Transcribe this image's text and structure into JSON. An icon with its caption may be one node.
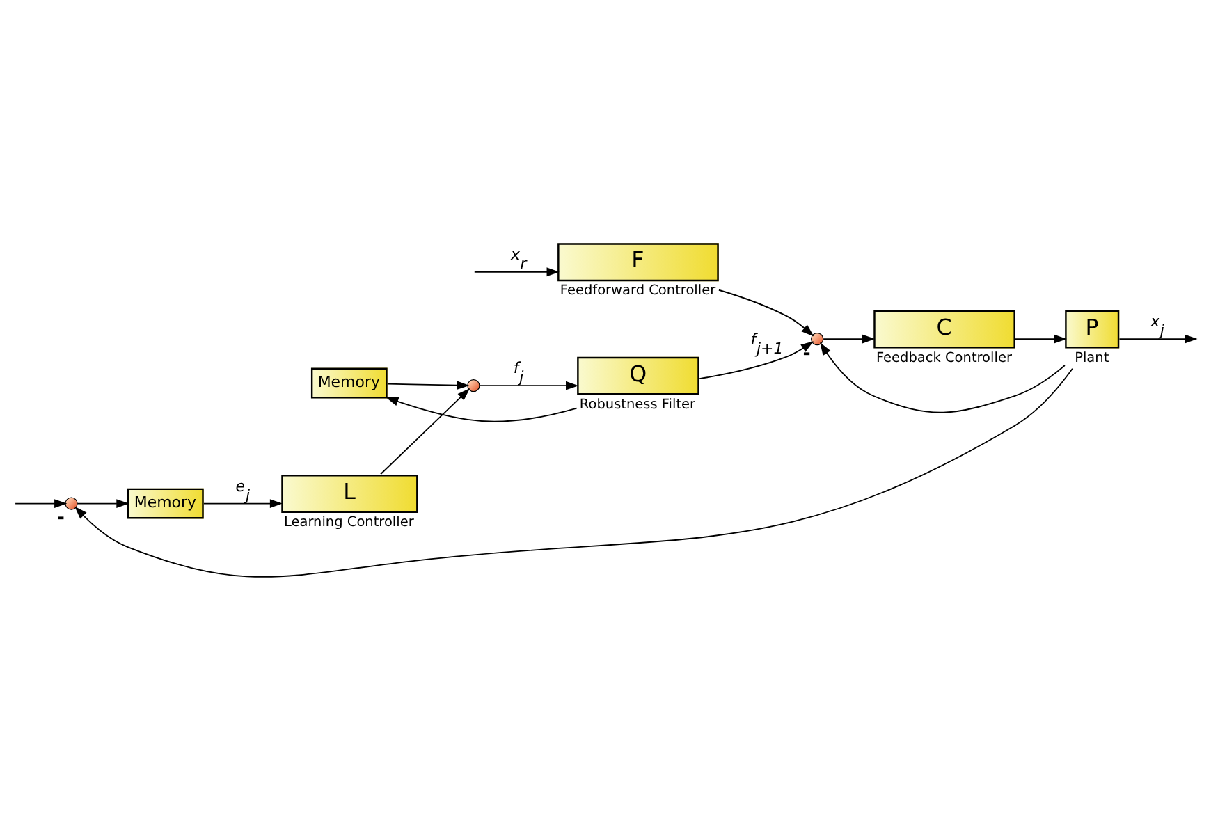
{
  "diagram": {
    "nodes": [
      {
        "text": [],
        "shape": "circle",
        "beside": [
          "-"
        ]
      },
      {
        "text": [
          "Memory"
        ]
      },
      {
        "text": [
          "L"
        ],
        "beside": [
          "Learning Controller"
        ]
      },
      {
        "text": [],
        "shape": "circle"
      },
      {
        "text": [
          "Memory"
        ]
      },
      {
        "text": [
          "Q"
        ],
        "beside": [
          "Robustness Filter"
        ]
      },
      {
        "text": [
          "F"
        ],
        "beside": [
          "Feedforward Controller"
        ]
      },
      {
        "text": [],
        "shape": "circle",
        "beside": [
          "-"
        ]
      },
      {
        "text": [
          "C"
        ],
        "beside": [
          "Feedback Controller"
        ]
      },
      {
        "text": [
          "P"
        ],
        "beside": [
          "Plant"
        ]
      }
    ],
    "edges": [
      {
        "from": null,
        "to": 6,
        "arrow": "to",
        "label": "x$_{r}$"
      },
      {
        "from": null,
        "to": 0,
        "arrow": "to"
      },
      {
        "from": 0,
        "to": 1,
        "arrow": "to"
      },
      {
        "from": 1,
        "to": 2,
        "arrow": "to",
        "label": "e$_{j}$"
      },
      {
        "from": 2,
        "to": 3,
        "arrow": "to"
      },
      {
        "from": 4,
        "to": 3,
        "arrow": "to"
      },
      {
        "from": 3,
        "to": 5,
        "arrow": "to",
        "label": "f$_{j}$"
      },
      {
        "from": 5,
        "to": 7,
        "arrow": "to",
        "label": "f$_{j+1}$"
      },
      {
        "from": 5,
        "to": 4,
        "arrow": "to"
      },
      {
        "from": 6,
        "to": 7,
        "arrow": "to"
      },
      {
        "from": 7,
        "to": 8,
        "arrow": "to"
      },
      {
        "from": 8,
        "to": 9,
        "arrow": "to"
      },
      {
        "from": 9,
        "to": null,
        "arrow": "to",
        "label": "x$_{j}$"
      },
      {
        "from": 9,
        "to": 0,
        "arrow": "to"
      },
      {
        "from": 9,
        "to": 7,
        "arrow": "to"
      }
    ]
  }
}
